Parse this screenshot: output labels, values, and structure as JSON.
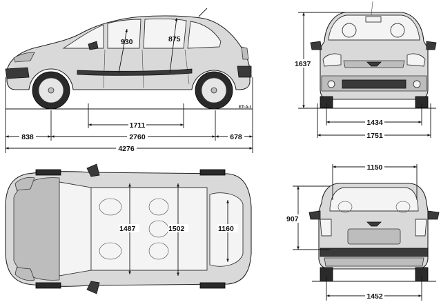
{
  "side_view": {
    "front_door_height": "930",
    "rear_door_height": "875",
    "wheelbase_inner": "1711",
    "front_overhang": "838",
    "wheelbase": "2760",
    "rear_overhang": "678",
    "overall_length": "4276",
    "reference": "ET-A-I"
  },
  "front_view": {
    "overall_height": "1637",
    "front_track": "1434",
    "overall_width": "1751"
  },
  "top_view": {
    "front_cabin_width": "1487",
    "rear_cabin_width": "1502",
    "boot_width": "1160"
  },
  "rear_view": {
    "tailgate_opening_width": "1150",
    "tailgate_opening_height": "907",
    "rear_track": "1452"
  }
}
